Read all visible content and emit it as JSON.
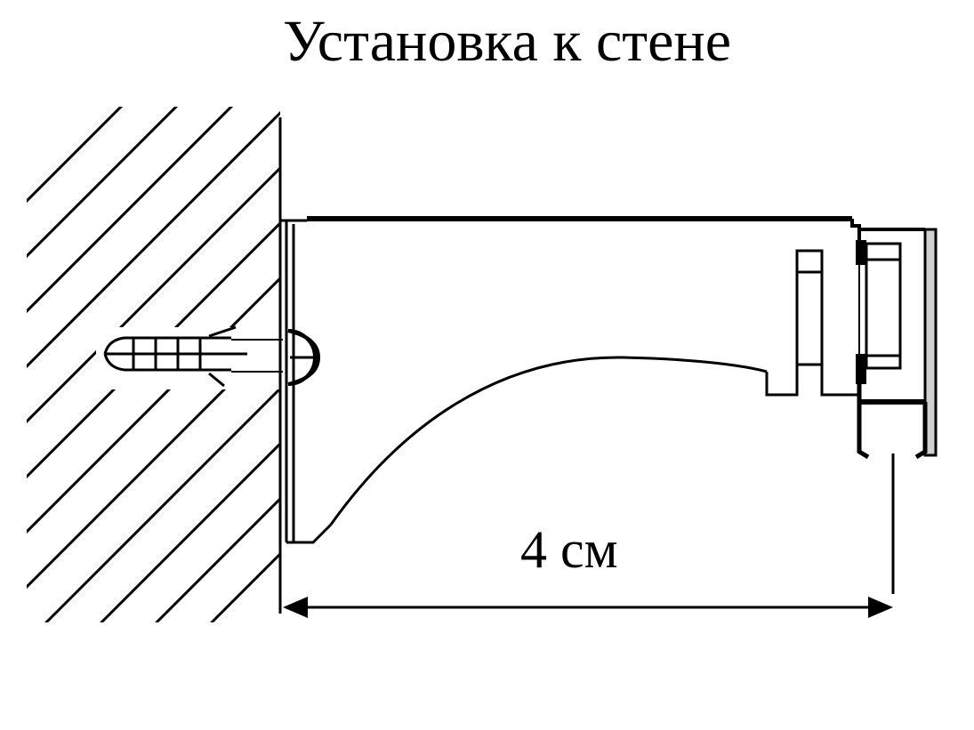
{
  "title": "Установка к стене",
  "dimension": {
    "label": "4 см",
    "value": 4,
    "unit": "см"
  },
  "parts": {
    "wall": "wall-hatched-section",
    "fastener": "screw-with-dowel",
    "bracket": "curtain-rod-bracket",
    "rail": "curtain-rail-profile"
  },
  "colors": {
    "line": "#000000",
    "background": "#ffffff",
    "rail_fill": "#d0d0d0"
  }
}
